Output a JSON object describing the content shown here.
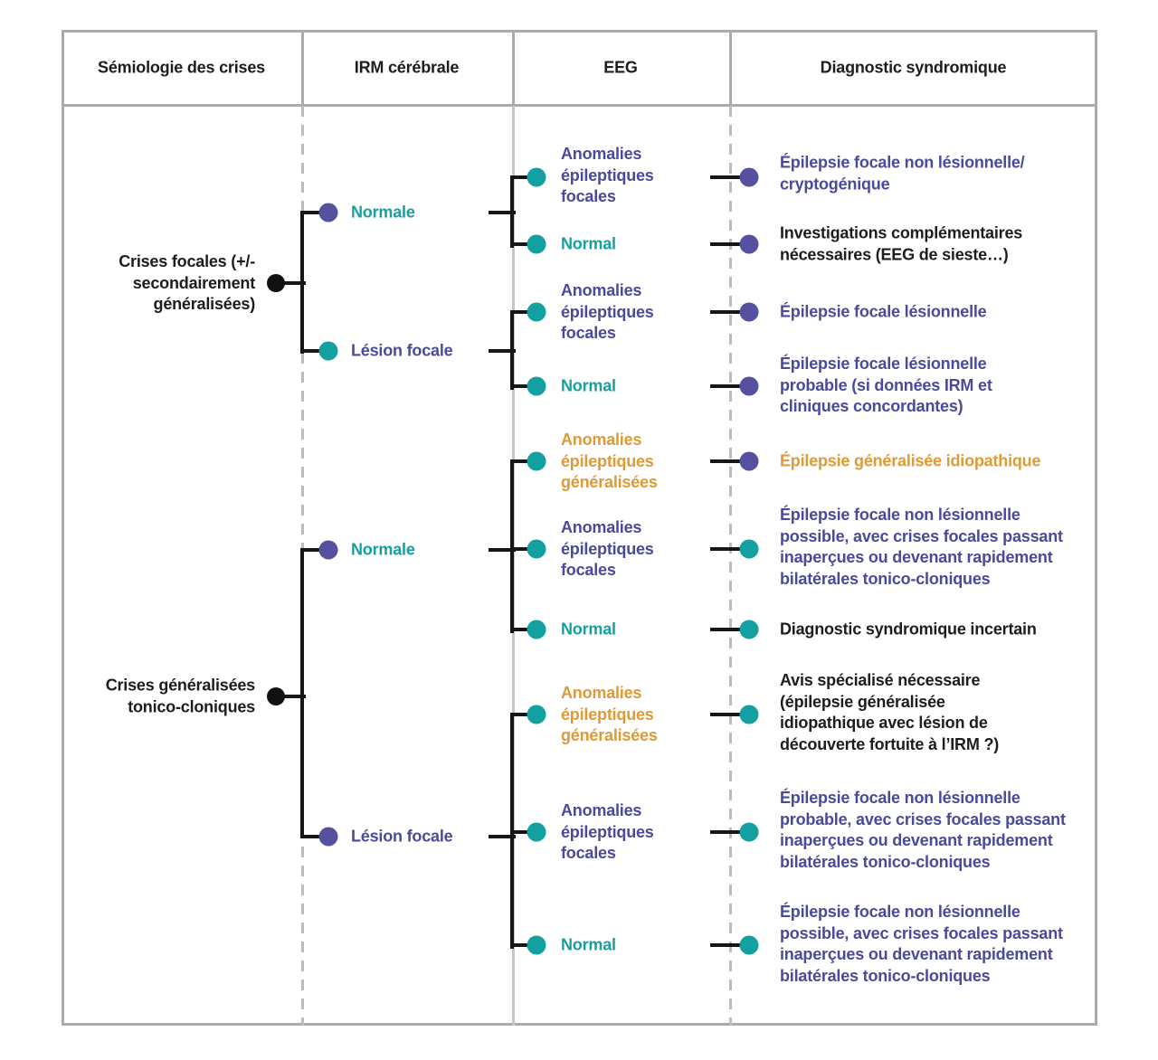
{
  "palette": {
    "purple_text": "#4a499c",
    "purple_dot": "#55519f",
    "teal": "#14a0a1",
    "orange": "#de9a37",
    "black_text": "#1d1d1b",
    "tree_line": "#161616",
    "grid_gray": "#ababab"
  },
  "header": {
    "col1": "Sémiologie des crises",
    "col2": "IRM cérébrale",
    "col3": "EEG",
    "col4": "Diagnostic syndromique"
  },
  "semiologie": {
    "focal": "Crises focales (+/-\nsecondairement\ngénéralisées)",
    "generalisee": "Crises généralisées\ntonico-cloniques"
  },
  "irm": {
    "normale": "Normale",
    "lesion": "Lésion focale"
  },
  "eeg": {
    "anomalies_focales": "Anomalies\népileptiques\nfocales",
    "anomalies_generalisees": "Anomalies\népileptiques\ngénéralisées",
    "normal": "Normal"
  },
  "diagnostic": {
    "d1": "Épilepsie focale non lésionnelle/\ncryptogénique",
    "d2": "Investigations complémentaires\nnécessaires (EEG de sieste…)",
    "d3": "Épilepsie focale lésionnelle",
    "d4": "Épilepsie focale lésionnelle\nprobable (si données IRM et\ncliniques concordantes)",
    "d5": "Épilepsie généralisée idiopathique",
    "d6": "Épilepsie focale non lésionnelle\npossible, avec crises focales passant\ninaperçues ou devenant rapidement\nbilatérales tonico-cloniques",
    "d7": "Diagnostic syndromique incertain",
    "d8": "Avis spécialisé nécessaire\n(épilepsie généralisée\nidiopathique avec lésion de\ndécouverte fortuite à l’IRM ?)",
    "d9": "Épilepsie focale non lésionnelle\nprobable, avec crises focales passant\ninaperçues ou devenant rapidement\nbilatérales tonico-cloniques",
    "d10": "Épilepsie focale non lésionnelle\npossible, avec crises focales passant\ninaperçues ou devenant rapidement\nbilatérales tonico-cloniques"
  }
}
